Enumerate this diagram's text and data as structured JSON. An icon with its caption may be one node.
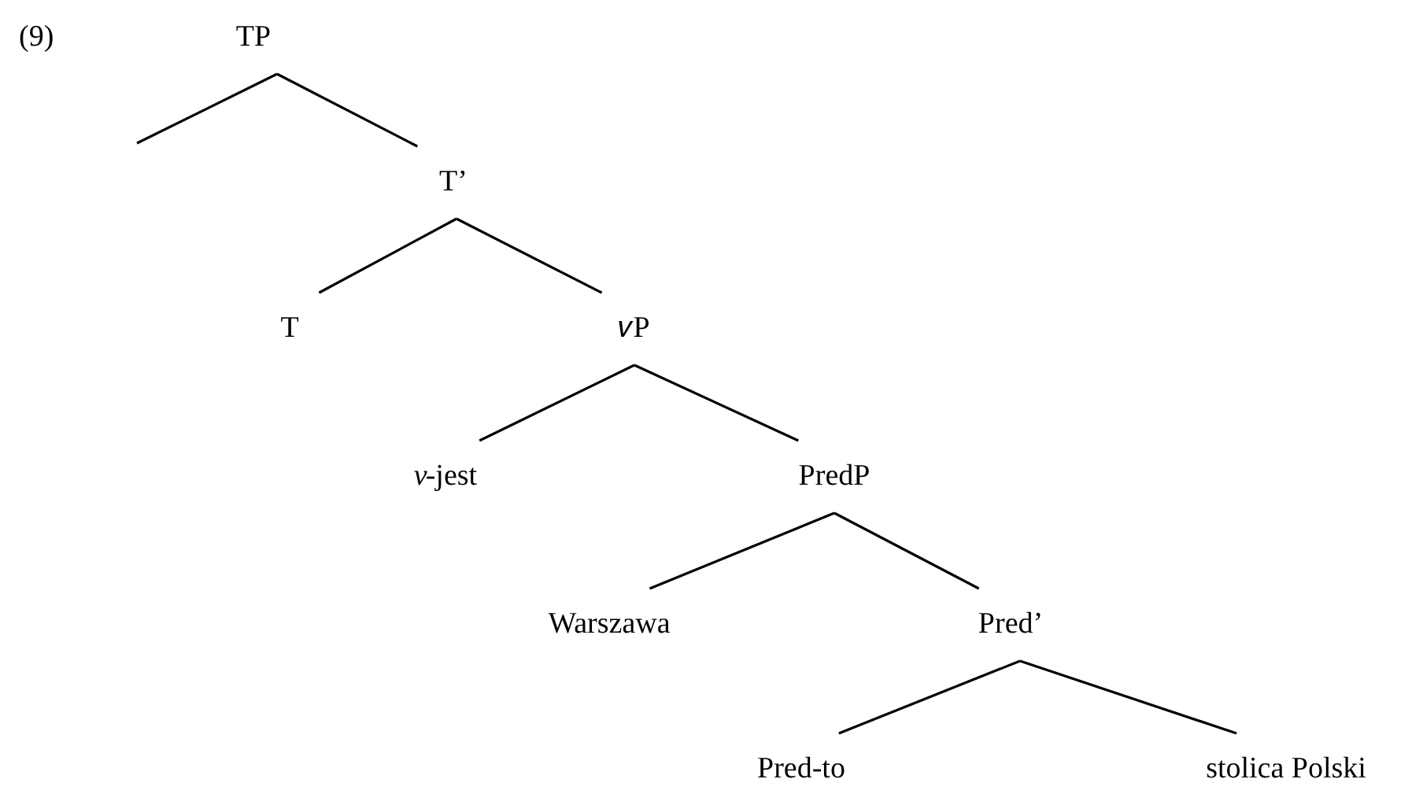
{
  "diagram": {
    "nodes": [
      {
        "text": [
          "TP"
        ]
      },
      {
        "text": [
          "T’"
        ]
      },
      {
        "text": [
          "T"
        ]
      },
      {
        "text": [
          "𝑣P"
        ]
      },
      {
        "text": [
          "*v*-jest"
        ]
      },
      {
        "text": [
          "PredP"
        ]
      },
      {
        "text": [
          "Warszawa"
        ]
      },
      {
        "text": [
          "Pred’"
        ]
      },
      {
        "text": [
          "Pred-to"
        ]
      },
      {
        "text": [
          "stolica Polski"
        ]
      }
    ],
    "edges": [
      {
        "from": 0,
        "to": null,
        "arrow": "none"
      },
      {
        "from": 0,
        "to": 1,
        "arrow": "none"
      },
      {
        "from": 1,
        "to": 2,
        "arrow": "none"
      },
      {
        "from": 1,
        "to": 3,
        "arrow": "none"
      },
      {
        "from": 3,
        "to": 4,
        "arrow": "none"
      },
      {
        "from": 3,
        "to": 5,
        "arrow": "none"
      },
      {
        "from": 5,
        "to": 6,
        "arrow": "none"
      },
      {
        "from": 5,
        "to": 7,
        "arrow": "none"
      },
      {
        "from": 7,
        "to": 8,
        "arrow": "none"
      },
      {
        "from": 7,
        "to": 9,
        "arrow": "none"
      }
    ],
    "labels": [
      "(9)"
    ]
  }
}
